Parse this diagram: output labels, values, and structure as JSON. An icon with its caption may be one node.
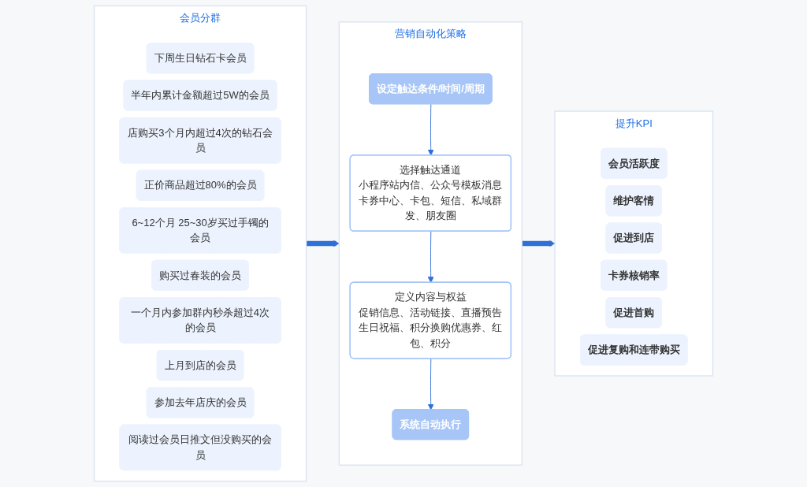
{
  "diagram": {
    "nodes": [
      {
        "text": [
          "会员分群"
        ]
      },
      {
        "text": [
          "下周生日钻石卡会员"
        ],
        "in": 0
      },
      {
        "text": [
          "半年内累计金额超过5W的会员"
        ],
        "in": 0
      },
      {
        "text": [
          "店购买3个月内超过4次的钻石会员"
        ],
        "in": 0
      },
      {
        "text": [
          "正价商品超过80%的会员"
        ],
        "in": 0
      },
      {
        "text": [
          "6~12个月 25~30岁买过手镯的会员"
        ],
        "in": 0
      },
      {
        "text": [
          "购买过春装的会员"
        ],
        "in": 0
      },
      {
        "text": [
          "一个月内参加群内秒杀超过4次的会员"
        ],
        "in": 0
      },
      {
        "text": [
          "上月到店的会员"
        ],
        "in": 0
      },
      {
        "text": [
          "参加去年店庆的会员"
        ],
        "in": 0
      },
      {
        "text": [
          "阅读过会员日推文但没购买的会员"
        ],
        "in": 0
      },
      {
        "text": [
          "营销自动化策略"
        ]
      },
      {
        "text": [
          "设定触达条件/时间/周期"
        ],
        "in": 11
      },
      {
        "text": [
          "选择触达通道",
          "小程序站内信、公众号模板消息卡券中心、卡包、短信、私域群发、朋友圈"
        ],
        "in": 11
      },
      {
        "text": [
          "定义内容与权益",
          "促销信息、活动链接、直播预告生日祝福、积分换购优惠券、红包、积分"
        ],
        "in": 11
      },
      {
        "text": [
          "系统自动执行"
        ],
        "in": 11
      },
      {
        "text": [
          "提升KPI"
        ]
      },
      {
        "text": [
          "会员活跃度"
        ],
        "in": 16
      },
      {
        "text": [
          "维护客情"
        ],
        "in": 16
      },
      {
        "text": [
          "促进到店"
        ],
        "in": 16
      },
      {
        "text": [
          "卡券核销率"
        ],
        "in": 16
      },
      {
        "text": [
          "促进首购"
        ],
        "in": 16
      },
      {
        "text": [
          "促进复购和连带购买"
        ],
        "in": 16
      }
    ],
    "edges": [
      {
        "from": 0,
        "to": 11,
        "arrow": "to",
        "style": "thick"
      },
      {
        "from": 11,
        "to": 16,
        "arrow": "to",
        "style": "thick"
      },
      {
        "from": 12,
        "to": 13,
        "arrow": "to"
      },
      {
        "from": 13,
        "to": 14,
        "arrow": "to"
      },
      {
        "from": 14,
        "to": 15,
        "arrow": "to"
      }
    ]
  }
}
